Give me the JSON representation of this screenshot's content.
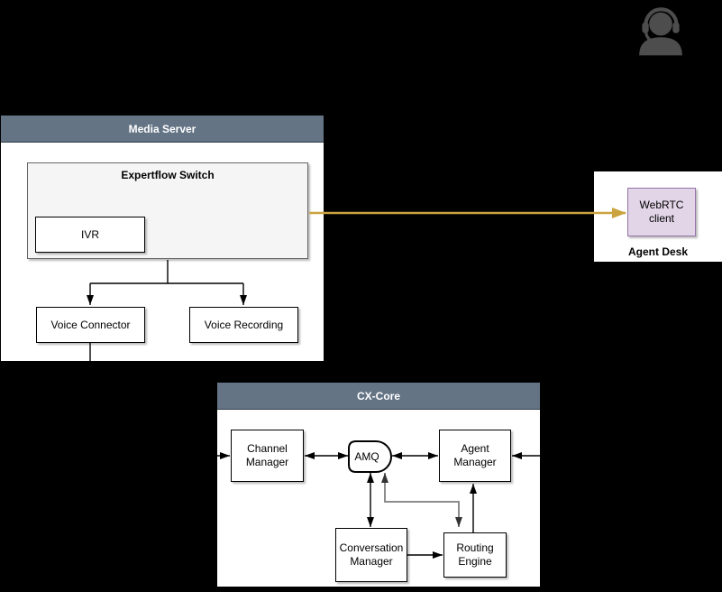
{
  "media_server": {
    "title": "Media Server",
    "expertflow_switch": {
      "title": "Expertflow Switch",
      "ivr": "IVR"
    },
    "voice_connector": "Voice Connector",
    "voice_recording": "Voice Recording"
  },
  "agent_desk": {
    "title": "Agent Desk",
    "webrtc_client": "WebRTC client"
  },
  "cx_core": {
    "title": "CX-Core",
    "channel_manager": "Channel Manager",
    "amq": "AMQ",
    "agent_manager": "Agent Manager",
    "conversation_manager": "Conversation Manager",
    "routing_engine": "Routing Engine"
  },
  "icons": {
    "agent": "headset-agent-icon"
  },
  "colors": {
    "background": "#000000",
    "lane_header": "#647485",
    "lane_title_text": "#ffffff",
    "yellow_arrow": "#cba33f",
    "gray_arrow": "#8c8c8c",
    "black_arrow": "#000000",
    "switch_fill": "#f5f5f5",
    "switch_border": "#666666",
    "webrtc_fill": "#e1d5e7",
    "webrtc_border": "#9673a6",
    "agent_icon": "#4d4d4d"
  },
  "edges": [
    {
      "from": "expertflow_switch",
      "to": "voice_connector",
      "style": "black-arrow"
    },
    {
      "from": "expertflow_switch",
      "to": "voice_recording",
      "style": "black-arrow"
    },
    {
      "from": "expertflow_switch",
      "to": "webrtc_client",
      "style": "yellow-arrow"
    },
    {
      "from": "voice_connector",
      "to": "channel_manager",
      "style": "black-arrow"
    },
    {
      "from": "channel_manager",
      "to": "amq",
      "style": "black-double-arrow"
    },
    {
      "from": "amq",
      "to": "agent_manager",
      "style": "black-double-arrow"
    },
    {
      "from": "agent_desk",
      "to": "agent_manager",
      "style": "black-arrow"
    },
    {
      "from": "amq",
      "to": "conversation_manager",
      "style": "black-double-arrow"
    },
    {
      "from": "amq",
      "to": "routing_engine",
      "style": "gray-double-arrow"
    },
    {
      "from": "conversation_manager",
      "to": "routing_engine",
      "style": "black-arrow"
    },
    {
      "from": "routing_engine",
      "to": "agent_manager",
      "style": "black-arrow"
    }
  ]
}
